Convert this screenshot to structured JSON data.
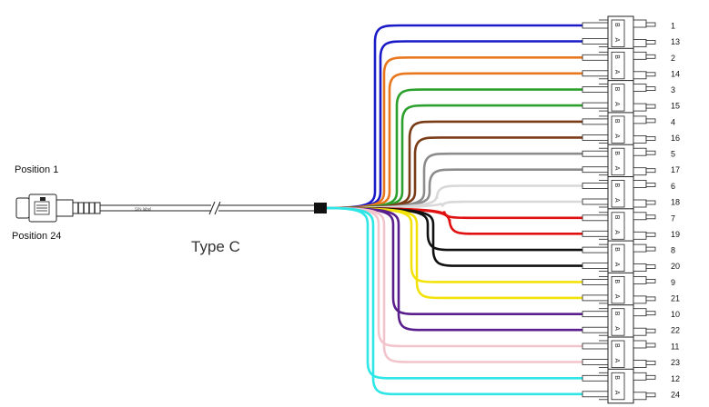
{
  "labels": {
    "position_top": "Position 1",
    "position_bottom": "Position 24",
    "cable_type": "Type C",
    "cable_print": "S/N label"
  },
  "connector": {
    "side_a": "A",
    "side_b": "B"
  },
  "fibers": [
    {
      "color": "#1a1ac8",
      "ports": [
        "1",
        "13"
      ]
    },
    {
      "color": "#e8771e",
      "ports": [
        "2",
        "14"
      ]
    },
    {
      "color": "#2ca02c",
      "ports": [
        "3",
        "15"
      ]
    },
    {
      "color": "#7a3b17",
      "ports": [
        "4",
        "16"
      ]
    },
    {
      "color": "#8c8c8c",
      "ports": [
        "5",
        "17"
      ]
    },
    {
      "color": "#d8d8d8",
      "ports": [
        "6",
        "18"
      ]
    },
    {
      "color": "#e01010",
      "ports": [
        "7",
        "19"
      ]
    },
    {
      "color": "#111111",
      "ports": [
        "8",
        "20"
      ]
    },
    {
      "color": "#f2e20a",
      "ports": [
        "9",
        "21"
      ]
    },
    {
      "color": "#5a1f8c",
      "ports": [
        "10",
        "22"
      ]
    },
    {
      "color": "#f2c4cc",
      "ports": [
        "11",
        "23"
      ]
    },
    {
      "color": "#2ee6e6",
      "ports": [
        "12",
        "24"
      ]
    }
  ]
}
